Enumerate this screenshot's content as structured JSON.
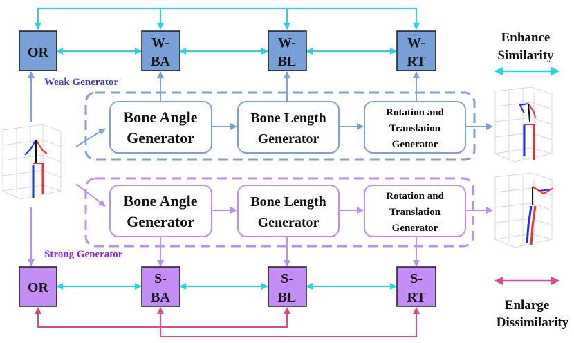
{
  "colors": {
    "cyan": "#22d6e6",
    "weak_blue": "#7fa2d6",
    "weak_fill": "#78a0d8",
    "weak_label": "#3a3ad8",
    "strong_purple": "#bf8ff0",
    "strong_fill": "#c38df5",
    "strong_label": "#8f1fe0",
    "magenta": "#dd4a93",
    "box_border": "#1a1a1a"
  },
  "icons": [
    "skeleton-pose-input",
    "skeleton-pose-weak-output",
    "skeleton-pose-strong-output"
  ],
  "weak": {
    "label": "Weak Generator",
    "or": "OR",
    "ba": [
      "W-",
      "BA"
    ],
    "bl": [
      "W-",
      "BL"
    ],
    "rt": [
      "W-",
      "RT"
    ],
    "gen_angle": [
      "Bone Angle",
      "Generator"
    ],
    "gen_length": [
      "Bone Length",
      "Generator"
    ],
    "gen_rt": [
      "Rotation and",
      "Translation",
      "Generator"
    ]
  },
  "strong": {
    "label": "Strong Generator",
    "or": "OR",
    "ba": [
      "S-",
      "BA"
    ],
    "bl": [
      "S-",
      "BL"
    ],
    "rt": [
      "S-",
      "RT"
    ],
    "gen_angle": [
      "Bone Angle",
      "Generator"
    ],
    "gen_length": [
      "Bone Length",
      "Generator"
    ],
    "gen_rt": [
      "Rotation and",
      "Translation",
      "Generator"
    ]
  },
  "legend": {
    "similarity": [
      "Enhance",
      "Similarity"
    ],
    "dissimilarity": [
      "Enlarge",
      "Dissimilarity"
    ]
  }
}
